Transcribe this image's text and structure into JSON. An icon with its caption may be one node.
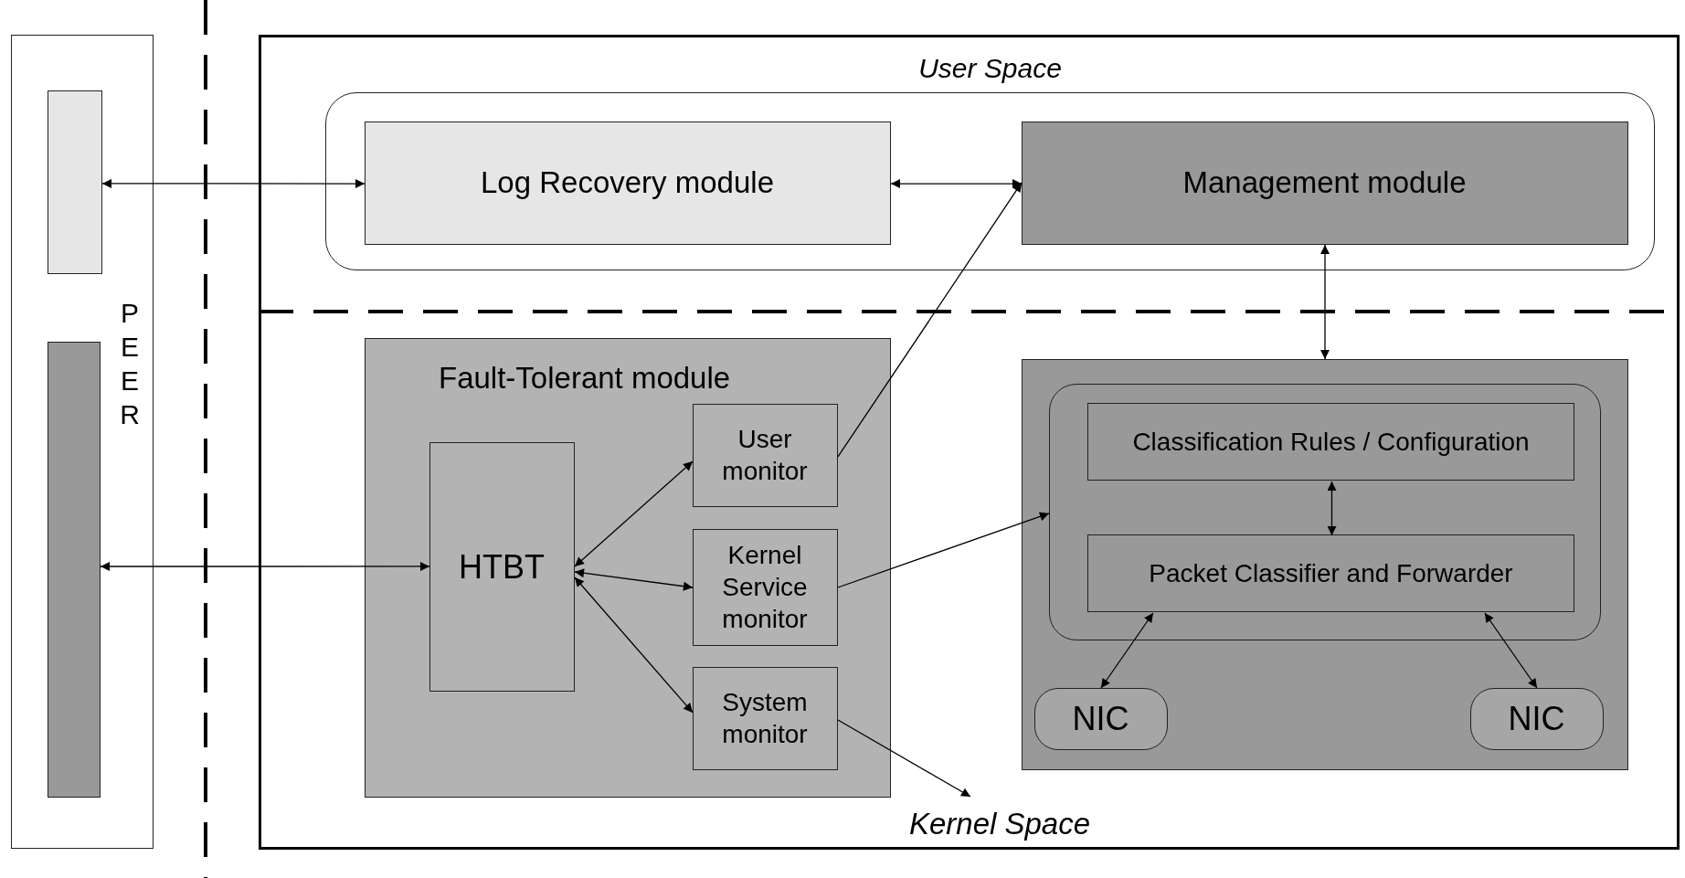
{
  "diagram": {
    "nodes": [
      {
        "text": [
          "PEER"
        ]
      },
      {
        "text": [],
        "shape": "box",
        "in": 0
      },
      {
        "text": [],
        "shape": "box",
        "in": 0
      },
      {
        "text": [
          "User Space"
        ]
      },
      {
        "text": [
          "Log Recovery module"
        ],
        "in": 3
      },
      {
        "text": [
          "Management module"
        ],
        "in": 3
      },
      {
        "text": [
          "Fault-Tolerant module"
        ]
      },
      {
        "text": [
          "HTBT"
        ],
        "in": 6
      },
      {
        "text": [
          "User monitor"
        ],
        "in": 6
      },
      {
        "text": [
          "Kernel Service monitor"
        ],
        "in": 6
      },
      {
        "text": [
          "System monitor"
        ],
        "in": 6
      },
      {
        "text": [],
        "shape": "box"
      },
      {
        "text": [],
        "shape": "box",
        "in": 11
      },
      {
        "text": [
          "Classification Rules / Configuration"
        ],
        "in": 12
      },
      {
        "text": [
          "Packet Classifier and Forwarder"
        ],
        "in": 12
      },
      {
        "text": [
          "NIC"
        ],
        "in": 11
      },
      {
        "text": [
          "NIC"
        ],
        "in": 11
      },
      {
        "text": [
          "Kernel Space"
        ]
      }
    ],
    "edges": [
      {
        "from": 1,
        "to": 4,
        "arrow": "both"
      },
      {
        "from": 4,
        "to": 5,
        "arrow": "both"
      },
      {
        "from": 8,
        "to": 5,
        "arrow": "to"
      },
      {
        "from": 5,
        "to": 11,
        "arrow": "both"
      },
      {
        "from": 2,
        "to": 7,
        "arrow": "both"
      },
      {
        "from": 7,
        "to": 8,
        "arrow": "both"
      },
      {
        "from": 7,
        "to": 9,
        "arrow": "both"
      },
      {
        "from": 7,
        "to": 10,
        "arrow": "both"
      },
      {
        "from": 9,
        "to": 12,
        "arrow": "to"
      },
      {
        "from": 13,
        "to": 14,
        "arrow": "both"
      },
      {
        "from": 14,
        "to": 15,
        "arrow": "both"
      },
      {
        "from": 14,
        "to": 16,
        "arrow": "both"
      },
      {
        "from": 10,
        "to": 17,
        "arrow": "to"
      }
    ]
  }
}
